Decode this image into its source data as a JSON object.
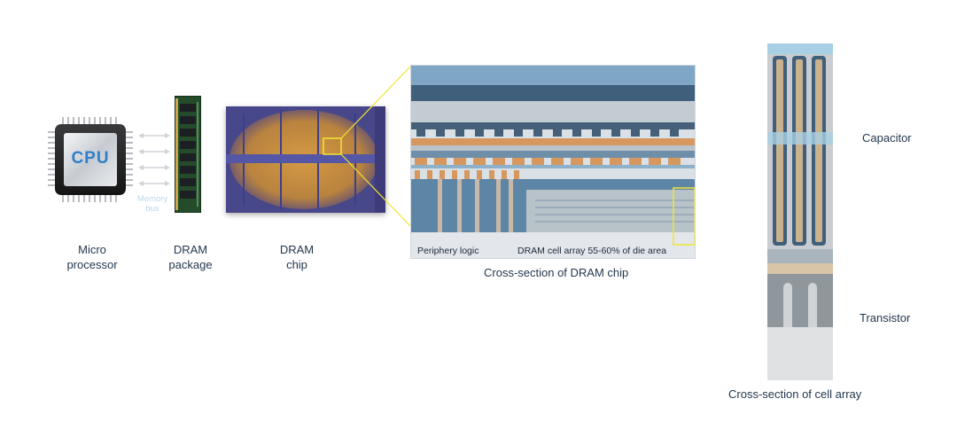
{
  "cpu": {
    "chip_text": "CPU",
    "label_line1": "Micro",
    "label_line2": "processor"
  },
  "memory_bus": {
    "label_line1": "Memory",
    "label_line2": "bus"
  },
  "dram_package": {
    "label_line1": "DRAM",
    "label_line2": "package"
  },
  "dram_chip": {
    "label_line1": "DRAM",
    "label_line2": "chip"
  },
  "cross_section_chip": {
    "periphery_label": "Periphery logic",
    "array_label": "DRAM cell array 55-60% of die area",
    "caption": "Cross-section of DRAM chip"
  },
  "cell_array": {
    "capacitor_label": "Capacitor",
    "transistor_label": "Transistor",
    "caption": "Cross-section of cell array"
  },
  "colors": {
    "accent_yellow": "#f2e534",
    "text_dark": "#24384f",
    "bus_label": "#b9d8ee",
    "copper": "#d6985f",
    "metal_blue": "#5b8fb0"
  }
}
